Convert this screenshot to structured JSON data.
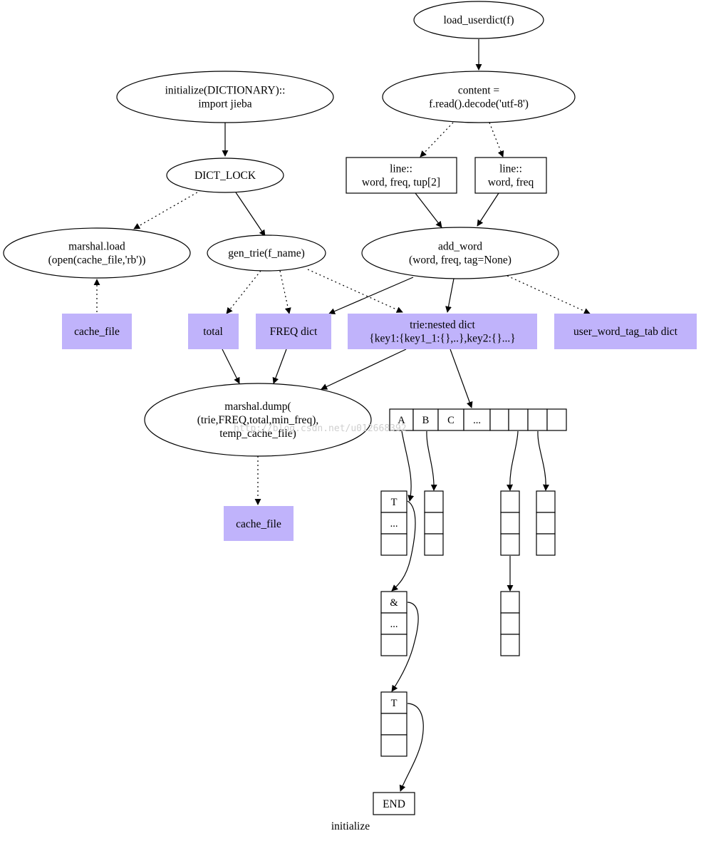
{
  "nodes": {
    "load_userdict": {
      "lines": [
        "load_userdict(f)"
      ]
    },
    "content": {
      "lines": [
        "content =",
        "f.read().decode('utf-8')"
      ]
    },
    "initialize": {
      "lines": [
        "initialize(DICTIONARY)::",
        "import jieba"
      ]
    },
    "dict_lock": {
      "lines": [
        "DICT_LOCK"
      ]
    },
    "line_tup": {
      "lines": [
        "line::",
        "word, freq, tup[2]"
      ]
    },
    "line_freq": {
      "lines": [
        "line::",
        "word, freq"
      ]
    },
    "marshal_load": {
      "lines": [
        "marshal.load",
        "(open(cache_file,'rb'))"
      ]
    },
    "gen_trie": {
      "lines": [
        "gen_trie(f_name)"
      ]
    },
    "add_word": {
      "lines": [
        "add_word",
        "(word, freq, tag=None)"
      ]
    },
    "cache_file_top": {
      "lines": [
        "cache_file"
      ]
    },
    "total": {
      "lines": [
        "total"
      ]
    },
    "freq_dict": {
      "lines": [
        "FREQ dict"
      ]
    },
    "trie": {
      "lines": [
        "trie:nested dict",
        "{key1:{key1_1:{},..},key2:{}...}"
      ]
    },
    "user_word_tag_tab": {
      "lines": [
        "user_word_tag_tab dict"
      ]
    },
    "marshal_dump": {
      "lines": [
        "marshal.dump(",
        "(trie,FREQ,total,min_freq),",
        "temp_cache_file)"
      ]
    },
    "cache_file_bottom": {
      "lines": [
        "cache_file"
      ]
    },
    "end": {
      "lines": [
        "END"
      ]
    }
  },
  "array_cells": [
    "A",
    "B",
    "C",
    "...",
    "",
    "",
    "",
    ""
  ],
  "sub_t": [
    "T",
    "...",
    ""
  ],
  "sub_amp": [
    "&",
    "...",
    ""
  ],
  "sub_t2": [
    "T",
    "",
    ""
  ],
  "watermark": "http://blog.csdn.net/u012668392",
  "caption": "initialize",
  "colors": {
    "filled": "#c0b3fb",
    "stroke": "#000000"
  }
}
